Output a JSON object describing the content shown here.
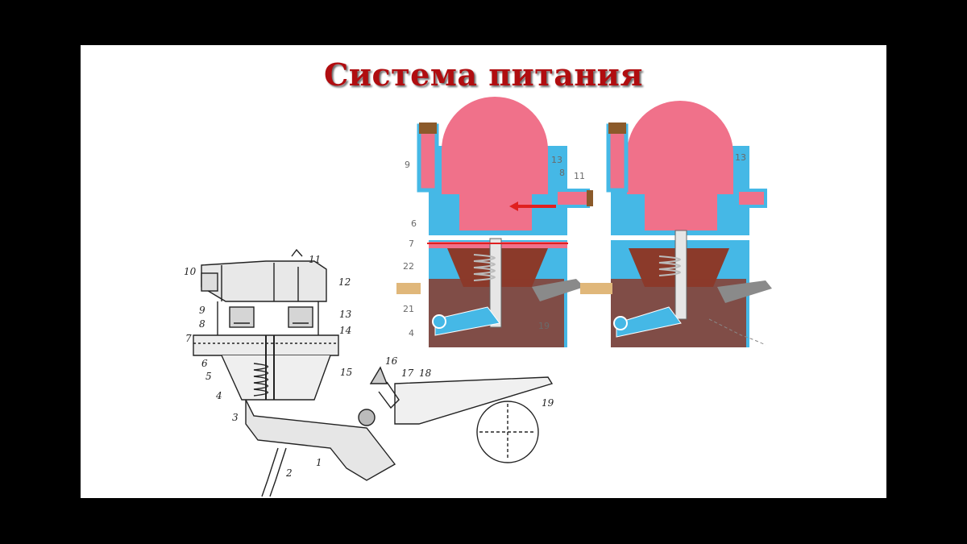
{
  "slide": {
    "title": "Система питания"
  },
  "pump_top_left": {
    "labels": [
      "9",
      "13",
      "8",
      "11",
      "6",
      "7",
      "22",
      "21",
      "4",
      "19"
    ]
  },
  "pump_top_right": {
    "labels": [
      "13"
    ]
  },
  "pump_bottom": {
    "labels": [
      "11",
      "10",
      "12",
      "9",
      "13",
      "8",
      "14",
      "7",
      "6",
      "5",
      "4",
      "3",
      "15",
      "16",
      "17",
      "18",
      "19",
      "2",
      "1"
    ]
  },
  "colors": {
    "title": "#b00d10",
    "fuel": "#f0718a",
    "body": "#45b8e6",
    "oil": "#8b3a2a",
    "arrow": "#e02020"
  }
}
